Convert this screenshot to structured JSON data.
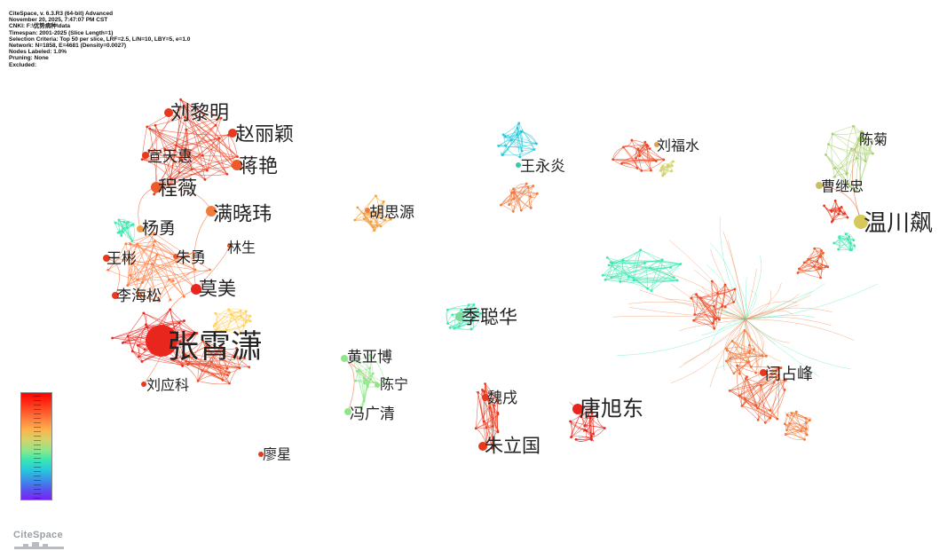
{
  "header": {
    "lines": [
      "CiteSpace, v. 6.3.R3 (64-bit) Advanced",
      "November 20, 2025, 7:47:07 PM CST",
      "CNKI: F:\\优势病种\\data",
      "Timespan: 2001-2025 (Slice Length=1)",
      "Selection Criteria: Top 50 per slice, LRF=2.5, L/N=10, LBY=5, e=1.0",
      "Network: N=1858, E=4681 (Density=0.0027)",
      "Nodes Labeled: 1.0%",
      "Pruning: None",
      "Excluded:"
    ]
  },
  "colors": {
    "hot": "#e8261e",
    "orange": "#f07b3e",
    "yellow": "#d6c95a",
    "green": "#7ee08a",
    "cyan": "#3fc7d6",
    "label": "#222222"
  },
  "nodes": [
    {
      "name": "张霄潇",
      "label": "张霄潇",
      "color": "#e8261e"
    },
    {
      "name": "刘黎明",
      "label": "刘黎明",
      "color": "#e8391e"
    },
    {
      "name": "赵丽颖",
      "label": "赵丽颖",
      "color": "#e8391e"
    },
    {
      "name": "宣天惠",
      "label": "宣天惠",
      "color": "#e8391e"
    },
    {
      "name": "蒋艳",
      "label": "蒋艳",
      "color": "#ee5a2a"
    },
    {
      "name": "程薇",
      "label": "程薇",
      "color": "#ee5a2a"
    },
    {
      "name": "满晓玮",
      "label": "满晓玮",
      "color": "#f07b3e"
    },
    {
      "name": "杨勇",
      "label": "杨勇",
      "color": "#f0a040"
    },
    {
      "name": "王彬",
      "label": "王彬",
      "color": "#e8391e"
    },
    {
      "name": "朱勇",
      "label": "朱勇",
      "color": "#ee5a2a"
    },
    {
      "name": "林生",
      "label": "林生",
      "color": "#ee5a2a"
    },
    {
      "name": "李海松",
      "label": "李海松",
      "color": "#e8391e"
    },
    {
      "name": "莫美",
      "label": "莫美",
      "color": "#e8261e"
    },
    {
      "name": "刘应科",
      "label": "刘应科",
      "color": "#e8391e"
    },
    {
      "name": "胡思源",
      "label": "胡思源",
      "color": "#f07b3e"
    },
    {
      "name": "王永炎",
      "label": "王永炎",
      "color": "#3fc7a0"
    },
    {
      "name": "刘福水",
      "label": "刘福水",
      "color": "#e0a050"
    },
    {
      "name": "陈菊",
      "label": "陈菊",
      "color": "#a8d070"
    },
    {
      "name": "曹继忠",
      "label": "曹继忠",
      "color": "#c8c060"
    },
    {
      "name": "温川飙",
      "label": "温川飙",
      "color": "#d6c95a"
    },
    {
      "name": "季聪华",
      "label": "季聪华",
      "color": "#7ed89a"
    },
    {
      "name": "黄亚博",
      "label": "黄亚博",
      "color": "#8fe68a"
    },
    {
      "name": "陈宁",
      "label": "陈宁",
      "color": "#8fe68a"
    },
    {
      "name": "冯广清",
      "label": "冯广清",
      "color": "#8fe68a"
    },
    {
      "name": "魏戌",
      "label": "魏戌",
      "color": "#e8391e"
    },
    {
      "name": "朱立国",
      "label": "朱立国",
      "color": "#e8391e"
    },
    {
      "name": "唐旭东",
      "label": "唐旭东",
      "color": "#e8261e"
    },
    {
      "name": "闫占峰",
      "label": "闫占峰",
      "color": "#e8391e"
    },
    {
      "name": "廖星",
      "label": "廖星",
      "color": "#e8391e"
    }
  ],
  "legend": {
    "colors": [
      "#ff0000",
      "#ff7a3d",
      "#ffb04a",
      "#d4d36a",
      "#8fe68a",
      "#3fe7b0",
      "#27c9dc",
      "#3b8fe8",
      "#7b22f5"
    ]
  },
  "logo": {
    "text": "CiteSpace"
  }
}
